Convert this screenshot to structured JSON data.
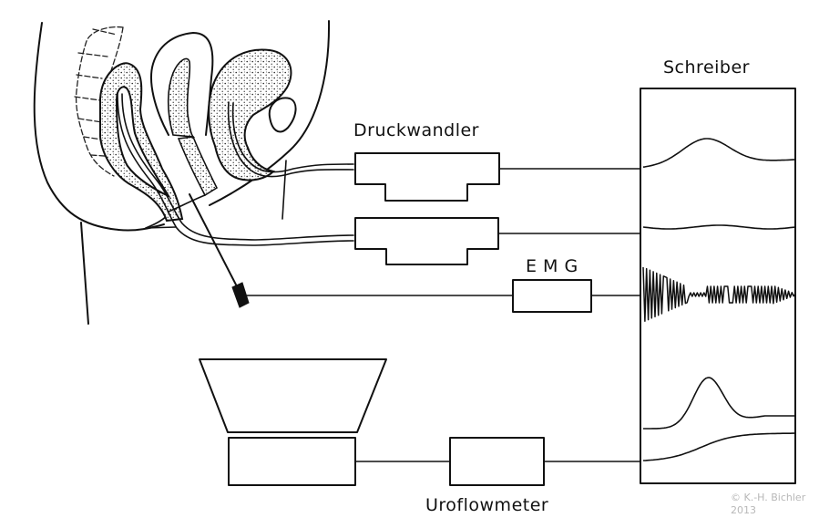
{
  "figure": {
    "labels": {
      "recorder": "Schreiber",
      "pressure_transducer": "Druckwandler",
      "emg": "E M G",
      "uroflowmeter": "Uroflowmeter"
    },
    "copyright": {
      "line1": "© K.-H. Bichler",
      "line2": "2013"
    },
    "components": [
      {
        "id": "pressure-transducer-1",
        "type": "pressure transducer",
        "connects_to": "recorder trace 1 (bladder pressure)"
      },
      {
        "id": "pressure-transducer-2",
        "type": "pressure transducer",
        "connects_to": "recorder trace 2 (rectal pressure)"
      },
      {
        "id": "emg-amplifier",
        "type": "EMG amplifier",
        "connects_to": "recorder trace 3 (EMG)"
      },
      {
        "id": "uroflowmeter",
        "type": "uroflowmeter",
        "connects_to": "recorder traces 4-5 (flow, volume)"
      }
    ],
    "recorder_traces": [
      {
        "name": "bladder-pressure-trace",
        "shape": "broad peak"
      },
      {
        "name": "rectal-pressure-trace",
        "shape": "nearly flat"
      },
      {
        "name": "emg-trace",
        "shape": "oscillating burst"
      },
      {
        "name": "flow-rate-trace",
        "shape": "bell-shaped peak"
      },
      {
        "name": "voided-volume-trace",
        "shape": "rising sigmoid"
      }
    ]
  }
}
